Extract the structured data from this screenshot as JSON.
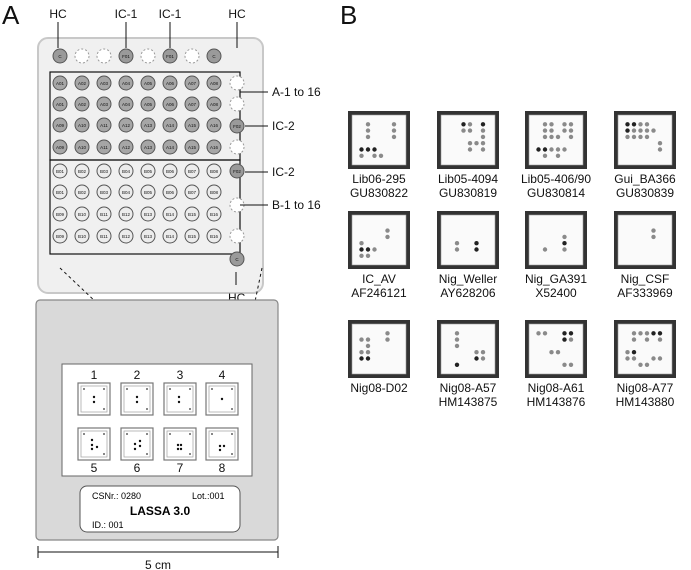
{
  "panels": {
    "a": "A",
    "b": "B"
  },
  "panel_a": {
    "top_labels": [
      "HC",
      "IC-1",
      "IC-1",
      "HC"
    ],
    "row1": [
      "C",
      "",
      "",
      "F01",
      "",
      "F01",
      "",
      "C"
    ],
    "grid_a": [
      [
        "A01",
        "A02",
        "A03",
        "A04",
        "A05",
        "A06",
        "A07",
        "A08"
      ],
      [
        "A01",
        "A02",
        "A03",
        "A04",
        "A05",
        "A06",
        "A07",
        "A08"
      ],
      [
        "A09",
        "A10",
        "A11",
        "A12",
        "A13",
        "A14",
        "A15",
        "A16"
      ],
      [
        "A09",
        "A10",
        "A11",
        "A12",
        "A13",
        "A14",
        "A15",
        "A16"
      ]
    ],
    "grid_b": [
      [
        "B01",
        "B02",
        "B03",
        "B04",
        "B05",
        "B06",
        "B07",
        "B08"
      ],
      [
        "B01",
        "B02",
        "B03",
        "B04",
        "B05",
        "B06",
        "B07",
        "B08"
      ],
      [
        "B09",
        "B10",
        "B11",
        "B12",
        "B13",
        "B14",
        "B15",
        "B16"
      ],
      [
        "B09",
        "B10",
        "B11",
        "B12",
        "B13",
        "B14",
        "B15",
        "B16"
      ]
    ],
    "right_col": [
      "",
      "",
      "F02",
      "",
      "F02",
      "",
      "",
      "C"
    ],
    "side_labels": {
      "a": "A-1 to 16",
      "ic2": "IC-2",
      "b": "B-1 to 16",
      "hc": "HC"
    },
    "well_numbers": [
      "1",
      "2",
      "3",
      "4",
      "5",
      "6",
      "7",
      "8"
    ],
    "label_card": {
      "csnr": "CSNr.: 0280",
      "lot": "Lot.:001",
      "name": "LASSA  3.0",
      "id": "ID.: 001"
    },
    "scale": "5 cm"
  },
  "panel_b": {
    "arrays": [
      {
        "name": "Lib06-295",
        "acc": "GU830822"
      },
      {
        "name": "Lib05-4094",
        "acc": "GU830819"
      },
      {
        "name": "Lib05-406/90",
        "acc": "GU830814"
      },
      {
        "name": "Gui_BA366",
        "acc": "GU830839"
      },
      {
        "name": "IC_AV",
        "acc": "AF246121"
      },
      {
        "name": "Nig_Weller",
        "acc": "AY628206"
      },
      {
        "name": "Nig_GA391",
        "acc": "X52400"
      },
      {
        "name": "Nig_CSF",
        "acc": "AF333969"
      },
      {
        "name": "Nig08-D02",
        "acc": ""
      },
      {
        "name": "Nig08-A57",
        "acc": "HM143875"
      },
      {
        "name": "Nig08-A61",
        "acc": "HM143876"
      },
      {
        "name": "Nig08-A77",
        "acc": "HM143880"
      }
    ]
  }
}
